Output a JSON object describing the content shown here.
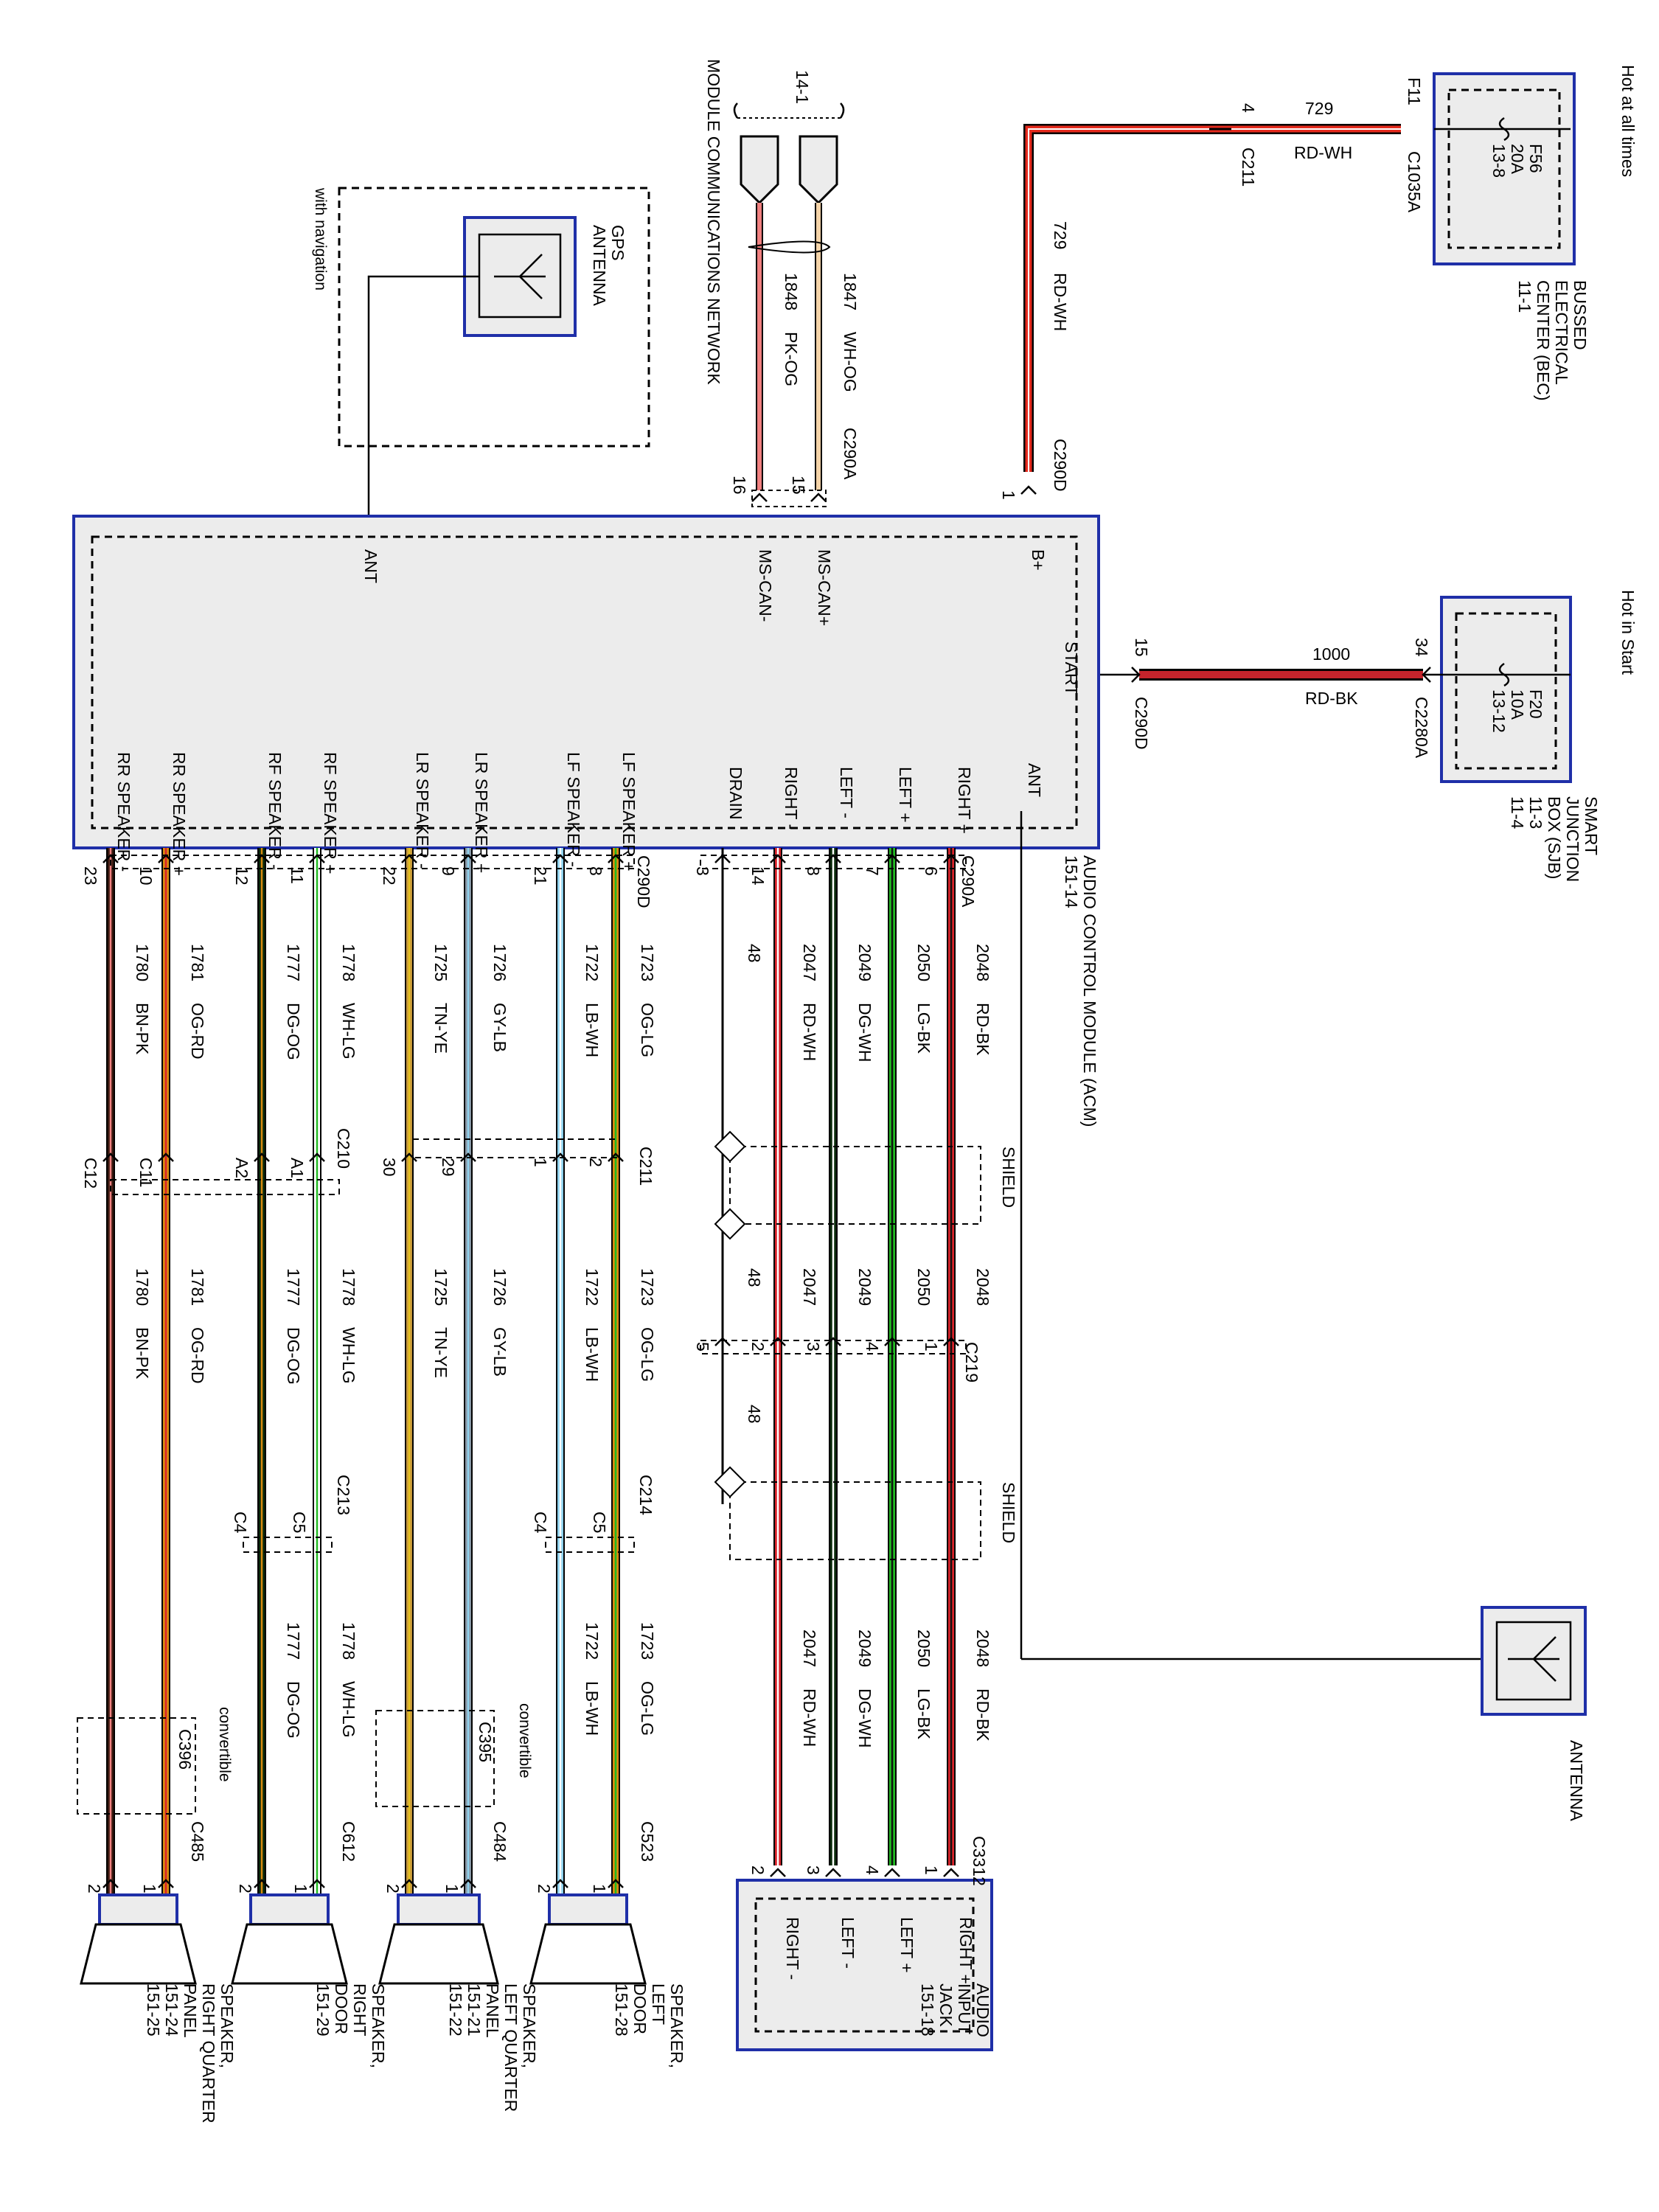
{
  "bec": {
    "hot": "Hot at all times",
    "fuse": "F56",
    "amps": "20A",
    "loc": "13-8",
    "fuse_pin": "F11",
    "connector": "C1035A",
    "name": [
      "BUSSED",
      "ELECTRICAL",
      "CENTER (BEC)",
      "11-1"
    ]
  },
  "sjb": {
    "hot": "Hot in Start",
    "fuse": "F20",
    "amps": "10A",
    "loc": "13-12",
    "name": [
      "SMART",
      "JUNCTION",
      "BOX (SJB)",
      "11-3",
      "11-4"
    ]
  },
  "wire729": {
    "circuit": "729",
    "color": "RD-WH",
    "c211_pin": "4",
    "c211": "C211",
    "acm_pin": "1",
    "acm_conn": "C290D"
  },
  "wire1000": {
    "circuit": "1000",
    "color": "RD-BK",
    "sjb_pin": "34",
    "sjb_conn": "C2280A",
    "acm_pin": "15",
    "acm_conn": "C290D"
  },
  "network": {
    "page": "14-1",
    "name": "MODULE COMMUNICATIONS NETWORK",
    "w1_circuit": "1848",
    "w1_color": "PK-OG",
    "w2_circuit": "1847",
    "w2_color": "WH-OG",
    "conn": "C290A",
    "pin_a": "16",
    "pin_b": "15"
  },
  "gps": {
    "name": [
      "GPS",
      "ANTENNA"
    ],
    "note": "with navigation"
  },
  "acm": {
    "name": [
      "AUDIO CONTROL MODULE (ACM)",
      "151-14"
    ],
    "top_pins": [
      "B+",
      "MS-CAN+",
      "MS-CAN-",
      "ANT"
    ],
    "start": "START",
    "ant_in": "ANT",
    "bottom_pins": [
      "RIGHT +",
      "LEFT +",
      "LEFT -",
      "RIGHT -",
      "DRAIN",
      "LF SPEAKER +",
      "LF SPEAKER -",
      "LR SPEAKER +",
      "LR SPEAKER -",
      "RF SPEAKER +",
      "RF SPEAKER -",
      "RR SPEAKER +",
      "RR SPEAKER -"
    ],
    "conn_a": "C290A",
    "conn_d": "C290D"
  },
  "antenna": {
    "name": "ANTENNA"
  },
  "shield": "SHIELD",
  "audio_jack": {
    "name": [
      "AUDIO",
      "INPUT",
      "JACK",
      "151-18"
    ],
    "pins": [
      "RIGHT +",
      "LEFT +",
      "LEFT -",
      "RIGHT -"
    ],
    "conn": "C3312"
  },
  "audio_wires": [
    {
      "acm_pin": "6",
      "circuit": "2048",
      "color": "RD-BK",
      "c219": "1",
      "jack_pin": "1"
    },
    {
      "acm_pin": "7",
      "circuit": "2050",
      "color": "LG-BK",
      "c219": "4",
      "jack_pin": "4"
    },
    {
      "acm_pin": "8",
      "circuit": "2049",
      "color": "DG-WH",
      "c219": "3",
      "jack_pin": "3"
    },
    {
      "acm_pin": "14",
      "circuit": "2047",
      "color": "RD-WH",
      "c219": "2",
      "jack_pin": "2"
    },
    {
      "acm_pin": "3",
      "circuit": "48",
      "color": "",
      "c219": "5",
      "jack_pin": ""
    }
  ],
  "c219": "C219",
  "speaker_wires": [
    {
      "acm_pin": "8",
      "circuit": "1723",
      "color": "OG-LG",
      "mid": "2",
      "end": "1"
    },
    {
      "acm_pin": "21",
      "circuit": "1722",
      "color": "LB-WH",
      "mid": "1",
      "end": "2"
    },
    {
      "acm_pin": "9",
      "circuit": "1726",
      "color": "GY-LB",
      "mid": "29",
      "end": "1"
    },
    {
      "acm_pin": "22",
      "circuit": "1725",
      "color": "TN-YE",
      "mid": "30",
      "end": "2"
    },
    {
      "acm_pin": "11",
      "circuit": "1778",
      "color": "WH-LG",
      "mid": "A1",
      "end": "1"
    },
    {
      "acm_pin": "12",
      "circuit": "1777",
      "color": "DG-OG",
      "mid": "A2",
      "end": "2"
    },
    {
      "acm_pin": "10",
      "circuit": "1781",
      "color": "OG-RD",
      "mid": "C11",
      "end": "1"
    },
    {
      "acm_pin": "23",
      "circuit": "1780",
      "color": "BN-PK",
      "mid": "C12",
      "end": "2"
    }
  ],
  "inline": {
    "c211": "C211",
    "c210": "C210",
    "c214": "C214",
    "c213": "C213",
    "c4": "C4",
    "c5": "C5",
    "c395": "C395",
    "c396": "C396",
    "convertible": "convertible"
  },
  "speaker_conns": [
    "C523",
    "C484",
    "C612",
    "C485"
  ],
  "speakers": [
    {
      "name": [
        "SPEAKER,",
        "LEFT",
        "DOOR",
        "151-28"
      ]
    },
    {
      "name": [
        "SPEAKER,",
        "LEFT QUARTER",
        "PANEL",
        "151-21",
        "151-22"
      ]
    },
    {
      "name": [
        "SPEAKER,",
        "RIGHT",
        "DOOR",
        "151-29"
      ]
    },
    {
      "name": [
        "SPEAKER,",
        "RIGHT QUARTER",
        "PANEL",
        "151-24",
        "151-25"
      ]
    }
  ]
}
